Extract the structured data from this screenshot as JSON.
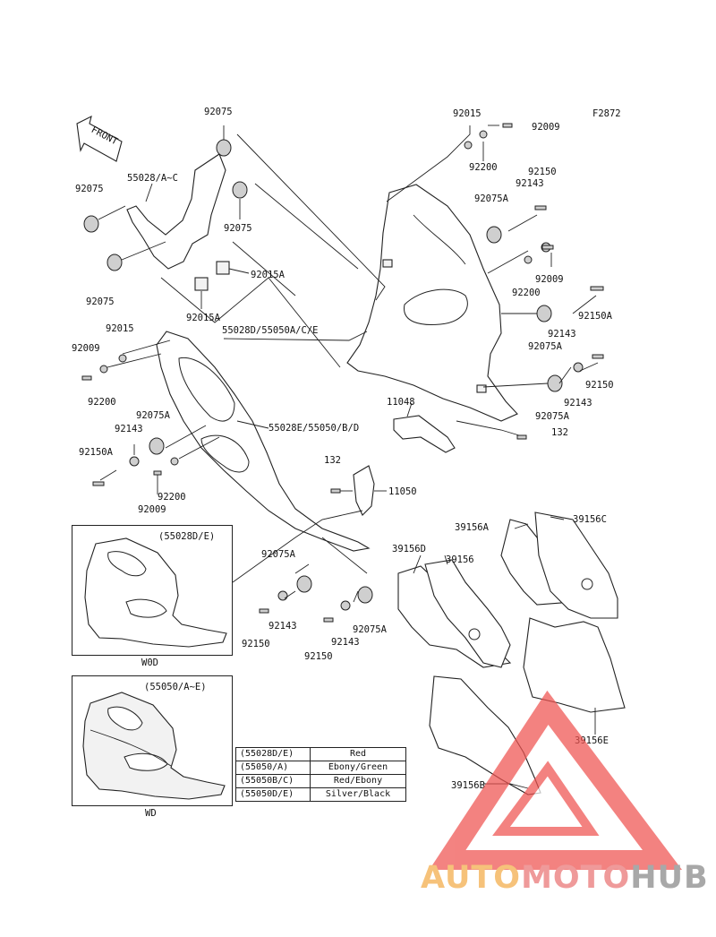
{
  "figure_code": "F2872",
  "front_label": "FRONT",
  "parts": {
    "p92075_top": "92075",
    "p55028_ac": "55028/A~C",
    "p92075_left": "92075",
    "p92075_mid": "92075",
    "p92075_lower": "92075",
    "p92015a_right": "92015A",
    "p92015a_low": "92015A",
    "p92015_top": "92015",
    "p92009_top": "92009",
    "p92200_top": "92200",
    "p92150_top": "92150",
    "p92143_top": "92143",
    "p92075a_top": "92075A",
    "p92009_r": "92009",
    "p92200_r": "92200",
    "p92150a_r": "92150A",
    "p92143_r": "92143",
    "p92075a_r": "92075A",
    "p55028d": "55028D/55050A/C/E",
    "p92015_l": "92015",
    "p92009_l": "92009",
    "p92200_l": "92200",
    "p92150_r2": "92150",
    "p92143_r2": "92143",
    "p92075a_r2": "92075A",
    "p11048": "11048",
    "p132_r": "132",
    "p92075a_l": "92075A",
    "p92143_l": "92143",
    "p55028e": "55028E/55050/B/D",
    "p92150a_l": "92150A",
    "p92200_l2": "92200",
    "p92009_l2": "92009",
    "p132_c": "132",
    "p11050": "11050",
    "p39156a": "39156A",
    "p39156c": "39156C",
    "p39156d": "39156D",
    "p39156": "39156",
    "p92075a_b": "92075A",
    "p92143_b": "92143",
    "p92150_b": "92150",
    "p92143_b2": "92143",
    "p92150_b2": "92150",
    "p92075a_b2": "92075A",
    "p39156e": "39156E",
    "p39156b": "39156B"
  },
  "insets": [
    {
      "title": "(55028D/E)",
      "caption": "W0D"
    },
    {
      "title": "(55050/A~E)",
      "caption": "WD"
    }
  ],
  "color_table": [
    {
      "code": "(55028D/E)",
      "color": "Red"
    },
    {
      "code": "(55050/A)",
      "color": "Ebony/Green"
    },
    {
      "code": "(55050B/C)",
      "color": "Red/Ebony"
    },
    {
      "code": "(55050D/E)",
      "color": "Silver/Black"
    }
  ],
  "watermark": {
    "part1": "AUTO",
    "part2": "MOTO",
    "part3": "HUB",
    "colors": {
      "part1": "#f6c27a",
      "part2": "#ef9a9a",
      "part3": "#a8a8a8",
      "triangle": "#ef5350"
    }
  }
}
